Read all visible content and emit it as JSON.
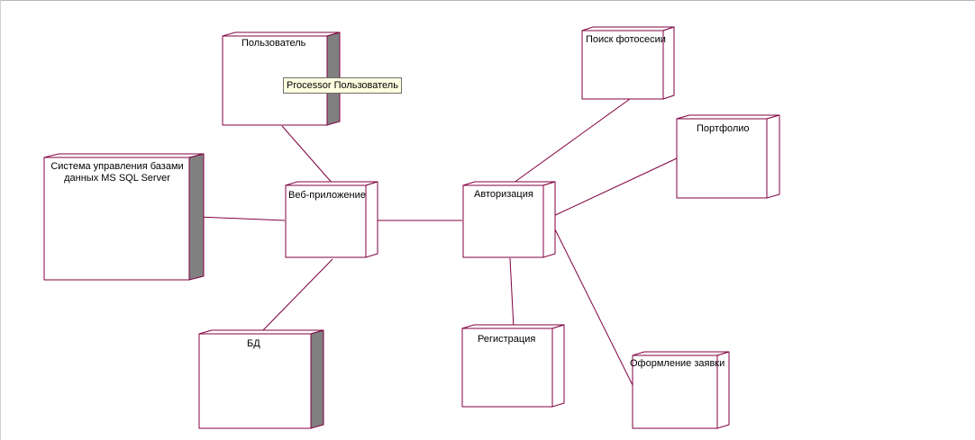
{
  "nodes": {
    "user": "Пользователь",
    "photo_search": "Поиск фотосесии",
    "portfolio": "Портфолио",
    "dbms_line1": "Система управления базами",
    "dbms_line2": "данных MS SQL Server",
    "web_app": "Веб-приложение",
    "auth": "Авторизация",
    "db": "БД",
    "registration": "Регистрация",
    "request": "Оформление заявки"
  },
  "tooltip": "Processor Пользователь",
  "colors": {
    "connector": "#800040",
    "node_face": "#ffffff",
    "node_border": "#800040",
    "node_depth": "#808080"
  }
}
